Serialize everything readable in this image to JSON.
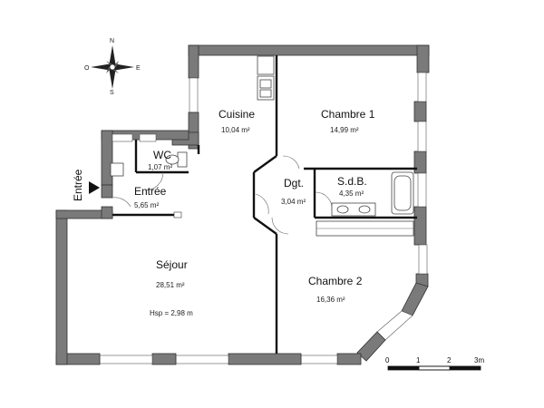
{
  "compass": {
    "north": "N",
    "east": "E",
    "south": "S",
    "west": "O"
  },
  "entry_label": "Entrée",
  "rooms": {
    "cuisine": {
      "name": "Cuisine",
      "area": "10,04 m²"
    },
    "chambre1": {
      "name": "Chambre 1",
      "area": "14,99 m²"
    },
    "wc": {
      "name": "WC",
      "area": "1,07 m²"
    },
    "entree": {
      "name": "Entrée",
      "area": "5,65 m²"
    },
    "dgt": {
      "name": "Dgt.",
      "area": "3,04 m²"
    },
    "sdb": {
      "name": "S.d.B.",
      "area": "4,35 m²"
    },
    "sejour": {
      "name": "Séjour",
      "area": "28,51 m²",
      "note": "Hsp = 2,98 m"
    },
    "chambre2": {
      "name": "Chambre 2",
      "area": "16,36 m²"
    }
  },
  "scale": {
    "ticks": [
      "0",
      "1",
      "2",
      "3m"
    ]
  },
  "colors": {
    "wall": "#7a7a7a",
    "inner_wall": "#111111"
  }
}
